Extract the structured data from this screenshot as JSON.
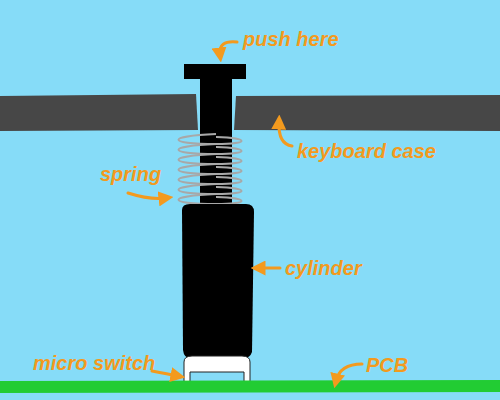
{
  "diagram": {
    "labels": [
      "push here",
      "keyboard case",
      "spring",
      "cylinder",
      "micro switch",
      "PCB"
    ]
  }
}
